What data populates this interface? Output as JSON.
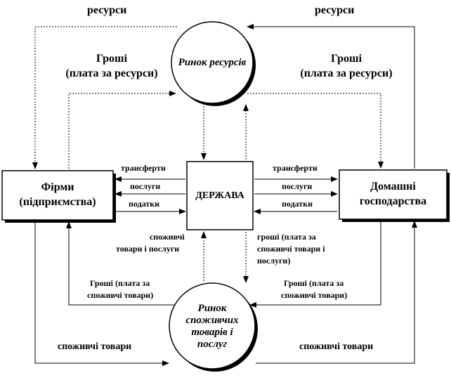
{
  "nodes": {
    "resource_market": "Ринок ресурсів",
    "consumer_market": "Ринок споживчих товарів і послуг",
    "firms": "Фірми (підприємства)",
    "households": "Домашні господарства",
    "state": "ДЕРЖАВА"
  },
  "labels": {
    "resources_left": "ресурси",
    "resources_right": "ресурси",
    "money_resources_left_line1": "Гроші",
    "money_resources_left_line2": "(плата за ресурси)",
    "money_resources_right_line1": "Гроші",
    "money_resources_right_line2": "(плата за ресурси)",
    "transfers_left": "трансферти",
    "services_left": "послуги",
    "taxes_left": "податки",
    "transfers_right": "трансферти",
    "services_right": "послуги",
    "taxes_right": "податки",
    "consumer_goods_services_line1": "споживчі",
    "consumer_goods_services_line2": "товари і послуги",
    "money_payment_line1": "гроші (плата за",
    "money_payment_line2": "споживчі товари і",
    "money_payment_line3": "послуги)",
    "money_consumer_left_line1": "Гроші (плата за",
    "money_consumer_left_line2": "споживчі товари)",
    "money_consumer_right_line1": "Гроші (плата за",
    "money_consumer_right_line2": "споживчі товари)",
    "consumer_goods_left": "споживчі товари",
    "consumer_goods_right": "споживчі товари"
  }
}
